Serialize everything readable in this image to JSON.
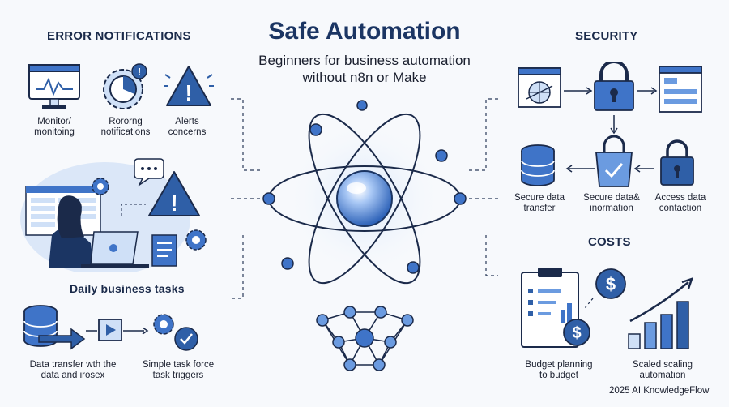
{
  "title": "Safe Automation",
  "subtitle_line1": "Beginners for business automation",
  "subtitle_line2": "without n8n or Make",
  "error_section": {
    "title": "ERROR NOTIFICATIONS",
    "items": [
      {
        "label_l1": "Monitor/",
        "label_l2": "monitoing"
      },
      {
        "label_l1": "Rororng",
        "label_l2": "notifications"
      },
      {
        "label_l1": "Alerts",
        "label_l2": "concerns"
      }
    ]
  },
  "tasks_section": {
    "title": "Daily business tasks",
    "items": [
      {
        "label_l1": "Data transfer wth the",
        "label_l2": "data and irosex"
      },
      {
        "label_l1": "Simple task force",
        "label_l2": "task triggers"
      }
    ]
  },
  "security_section": {
    "title": "SECURITY",
    "items": [
      {
        "label_l1": "Secure data",
        "label_l2": "transfer"
      },
      {
        "label_l1": "Secure data&",
        "label_l2": "inormation"
      },
      {
        "label_l1": "Access data",
        "label_l2": "contaction"
      }
    ]
  },
  "costs_section": {
    "title": "COSTS",
    "items": [
      {
        "label_l1": "Budget planning",
        "label_l2": "to budget"
      },
      {
        "label_l1": "Scaled scaling",
        "label_l2": "automation"
      }
    ]
  },
  "footer": "2025 AI KnowledgeFlow",
  "colors": {
    "accent": "#2f5fa7",
    "light": "#cfe0f7",
    "dark": "#1b3563"
  }
}
